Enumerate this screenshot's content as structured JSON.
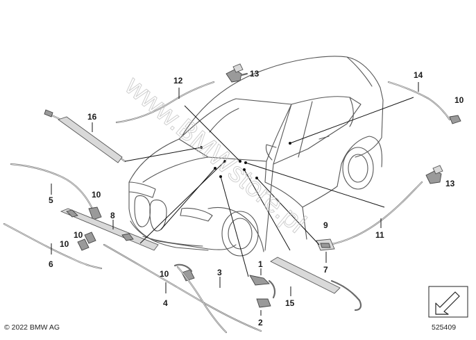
{
  "copyright": "© 2022 BMW AG",
  "diagram_number": "525409",
  "watermark": "www.BMWstore.pl",
  "callouts": [
    "1",
    "2",
    "3",
    "4",
    "5",
    "6",
    "7",
    "8",
    "9",
    "10",
    "11",
    "12",
    "13",
    "14",
    "15",
    "16"
  ],
  "icons": {
    "corner": "view-direction-arrow-icon"
  }
}
